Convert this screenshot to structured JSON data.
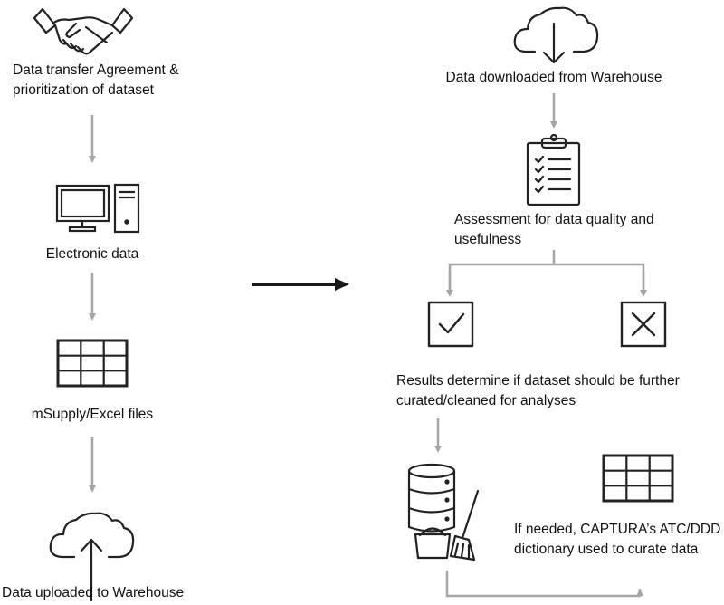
{
  "left_flow": {
    "step1": {
      "icon": "handshake-icon",
      "line1": "Data transfer Agreement &",
      "line2": "prioritization of dataset"
    },
    "step2": {
      "icon": "desktop-computer-icon",
      "label": "Electronic data"
    },
    "step3": {
      "icon": "spreadsheet-grid-icon",
      "label": "mSupply/Excel files"
    },
    "step4": {
      "icon": "cloud-upload-icon",
      "label": "Data uploaded to Warehouse"
    }
  },
  "right_flow": {
    "step1": {
      "icon": "cloud-download-icon",
      "label": "Data downloaded from Warehouse"
    },
    "step2": {
      "icon": "clipboard-checklist-icon",
      "line1": "Assessment for data quality and",
      "line2": "usefulness"
    },
    "step3": {
      "icon_pass": "checkbox-check-icon",
      "icon_fail": "checkbox-cross-icon",
      "line1": "Results determine if dataset should be further",
      "line2": "curated/cleaned for analyses"
    },
    "step4": {
      "icon_clean": "database-cleaning-icon",
      "icon_dict": "spreadsheet-grid-icon",
      "line1": "If needed, CAPTURA’s ATC/DDD",
      "line2": "dictionary used to curate data"
    }
  },
  "colors": {
    "connector": "#a6a6a6",
    "main_arrow": "#1a1a1a",
    "icon_stroke": "#222222"
  }
}
